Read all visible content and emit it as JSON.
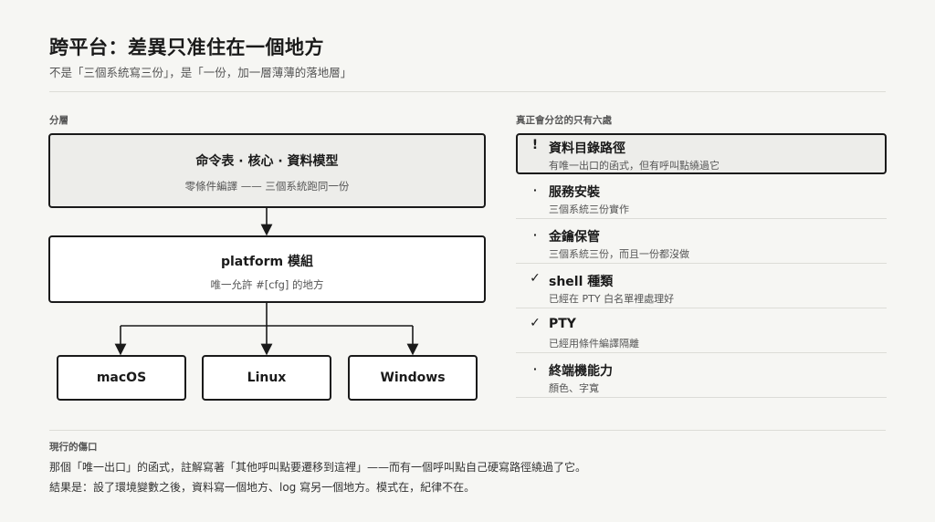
{
  "header": {
    "title": "跨平台：差異只准住在一個地方",
    "subtitle": "不是「三個系統寫三份」，是「一份，加一層薄薄的落地層」"
  },
  "layers": {
    "label": "分層",
    "top": {
      "title": "命令表 · 核心 · 資料模型",
      "sub": "零條件編譯 —— 三個系統跑同一份"
    },
    "middle": {
      "title": "platform 模組",
      "sub": "唯一允許 #[cfg] 的地方"
    },
    "platforms": [
      "macOS",
      "Linux",
      "Windows"
    ]
  },
  "differences": {
    "label": "真正會分岔的只有六處",
    "items": [
      {
        "mark": "!",
        "title": "資料目錄路徑",
        "sub": "有唯一出口的函式，但有呼叫點繞過它",
        "highlight": true
      },
      {
        "mark": "·",
        "title": "服務安裝",
        "sub": "三個系統三份實作",
        "highlight": false
      },
      {
        "mark": "·",
        "title": "金鑰保管",
        "sub": "三個系統三份，而且一份都沒做",
        "highlight": false
      },
      {
        "mark": "✓",
        "title": "shell 種類",
        "sub": "已經在 PTY 白名單裡處理好",
        "highlight": false
      },
      {
        "mark": "✓",
        "title": "PTY",
        "sub": "已經用條件編譯隔離",
        "highlight": false
      },
      {
        "mark": "·",
        "title": "終端機能力",
        "sub": "顏色、字寬",
        "highlight": false
      }
    ]
  },
  "footer": {
    "label": "現行的傷口",
    "line1": "那個「唯一出口」的函式，註解寫著「其他呼叫點要遷移到這裡」——而有一個呼叫點自己硬寫路徑繞過了它。",
    "line2": "結果是：設了環境變數之後，資料寫一個地方、log 寫另一個地方。模式在，紀律不在。"
  }
}
